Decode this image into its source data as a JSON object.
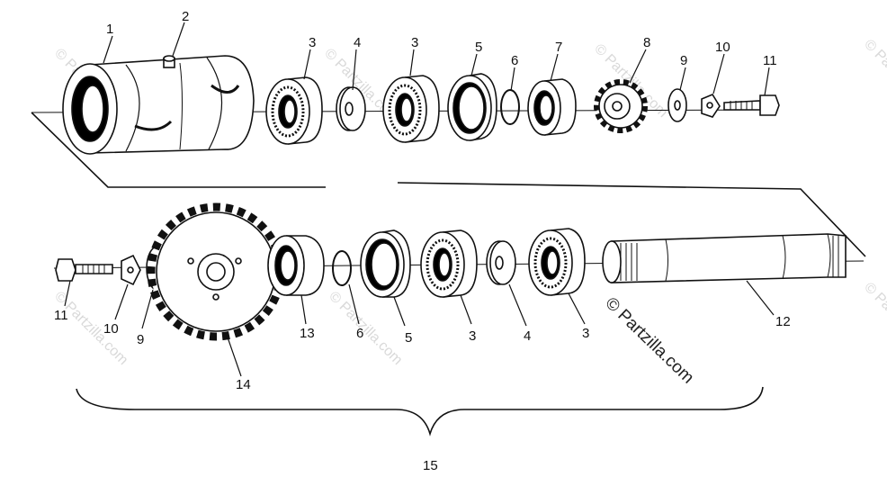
{
  "callouts": {
    "c1": "1",
    "c2": "2",
    "c3a": "3",
    "c4a": "4",
    "c3b": "3",
    "c5a": "5",
    "c6a": "6",
    "c7": "7",
    "c8": "8",
    "c9a": "9",
    "c10a": "10",
    "c11a": "11",
    "c11b": "11",
    "c10b": "10",
    "c9b": "9",
    "c14": "14",
    "c13": "13",
    "c6b": "6",
    "c5b": "5",
    "c3c": "3",
    "c4b": "4",
    "c3d": "3",
    "c12": "12",
    "c15": "15"
  },
  "watermark": {
    "main": "© Partzilla.com",
    "faint": "© Partzilla.com"
  },
  "colors": {
    "line": "#111111",
    "watermark": "#d9d9d9"
  }
}
